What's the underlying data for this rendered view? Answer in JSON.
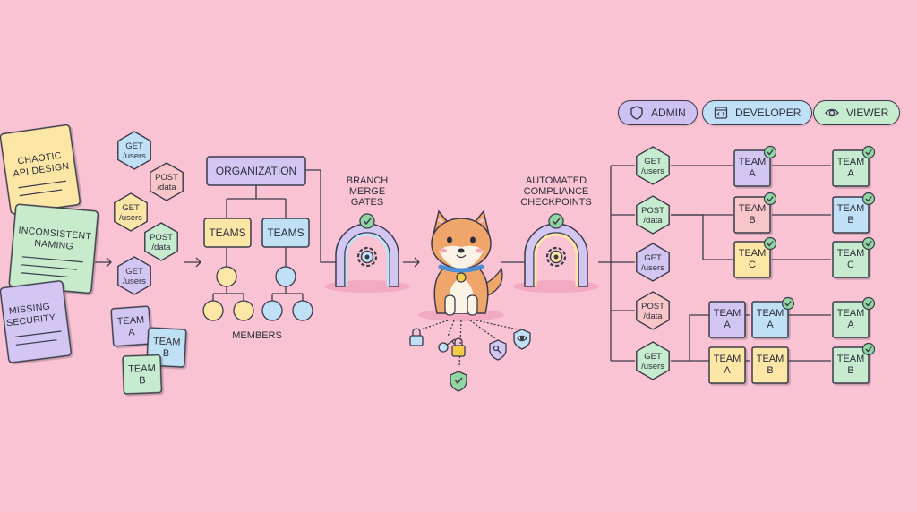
{
  "legend": {
    "admin": "ADMIN",
    "developer": "DEVELOPER",
    "viewer": "VIEWER",
    "colors": {
      "admin": "#cfc1f2",
      "developer": "#bfe0f5",
      "viewer": "#c6ebcf"
    }
  },
  "chaos": {
    "doc1": [
      "CHAOTIC",
      "API DESIGN"
    ],
    "doc2": [
      "INCONSISTENT",
      "NAMING"
    ],
    "doc3": [
      "MISSING",
      "SECURITY"
    ]
  },
  "endpoints_left": [
    {
      "method": "GET",
      "path": "/users"
    },
    {
      "method": "POST",
      "path": "/data"
    },
    {
      "method": "GET",
      "path": "/users"
    },
    {
      "method": "POST",
      "path": "/data"
    },
    {
      "method": "GET",
      "path": "/users"
    }
  ],
  "team_cards_left": [
    {
      "line1": "TEAM",
      "line2": "A"
    },
    {
      "line1": "TEAM",
      "line2": "B"
    },
    {
      "line1": "TEAM",
      "line2": "B"
    }
  ],
  "org": {
    "title": "ORGANIZATION",
    "teams": [
      "TEAMS",
      "TEAMS"
    ],
    "members": "MEMBERS"
  },
  "gates": {
    "branch": [
      "BRANCH",
      "MERGE",
      "GATES"
    ],
    "compliance": [
      "AUTOMATED",
      "COMPLIANCE",
      "CHECKPOINTS"
    ]
  },
  "endpoints_right": [
    {
      "method": "GET",
      "path": "/users"
    },
    {
      "method": "POST",
      "path": "/data"
    },
    {
      "method": "GET",
      "path": "/users"
    },
    {
      "method": "POST",
      "path": "/data"
    },
    {
      "method": "GET",
      "path": "/users"
    }
  ],
  "teams_mid": [
    {
      "line1": "TEAM",
      "line2": "A"
    },
    {
      "line1": "TEAM",
      "line2": "B"
    },
    {
      "line1": "TEAM",
      "line2": "C"
    },
    {
      "line1": "TEAM",
      "line2": "A"
    },
    {
      "line1": "TEAM",
      "line2": "A"
    },
    {
      "line1": "TEAM",
      "line2": "A"
    },
    {
      "line1": "TEAM",
      "line2": "B"
    }
  ],
  "teams_right": [
    {
      "line1": "TEAM",
      "line2": "A"
    },
    {
      "line1": "TEAM",
      "line2": "B"
    },
    {
      "line1": "TEAM",
      "line2": "C"
    },
    {
      "line1": "TEAM",
      "line2": "A"
    },
    {
      "line1": "TEAM",
      "line2": "B"
    }
  ]
}
